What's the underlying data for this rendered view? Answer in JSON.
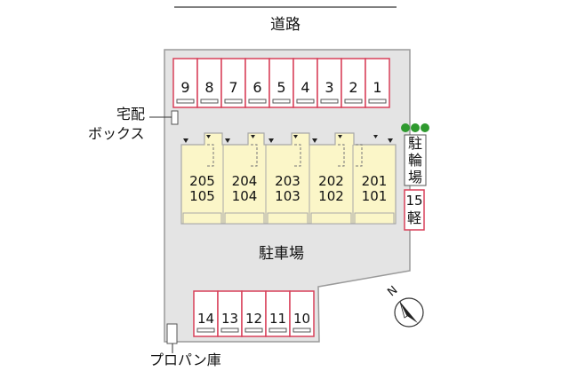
{
  "road_label": "道路",
  "parking_lot_label": "駐車場",
  "delivery_box_label": [
    "宅配",
    "ボックス"
  ],
  "propane_label": "プロパン庫",
  "bike_parking_label": [
    "駐",
    "輪",
    "場"
  ],
  "light_car_label": [
    "15",
    "軽"
  ],
  "north_label": "N",
  "top_parking_numbers": [
    "9",
    "8",
    "7",
    "6",
    "5",
    "4",
    "3",
    "2",
    "1"
  ],
  "bottom_parking_numbers": [
    "14",
    "13",
    "12",
    "11",
    "10"
  ],
  "units": [
    {
      "upper": "205",
      "lower": "105"
    },
    {
      "upper": "204",
      "lower": "104"
    },
    {
      "upper": "203",
      "lower": "103"
    },
    {
      "upper": "202",
      "lower": "102"
    },
    {
      "upper": "201",
      "lower": "101"
    }
  ],
  "colors": {
    "lot": "#e4e4e4",
    "lot_border": "#9a9a9a",
    "parking_border": "#d8405a",
    "parking_fill": "#ffffff",
    "building": "#fbf6c8",
    "building_border": "#a8a8a8",
    "tree": "#2f9a2f"
  }
}
